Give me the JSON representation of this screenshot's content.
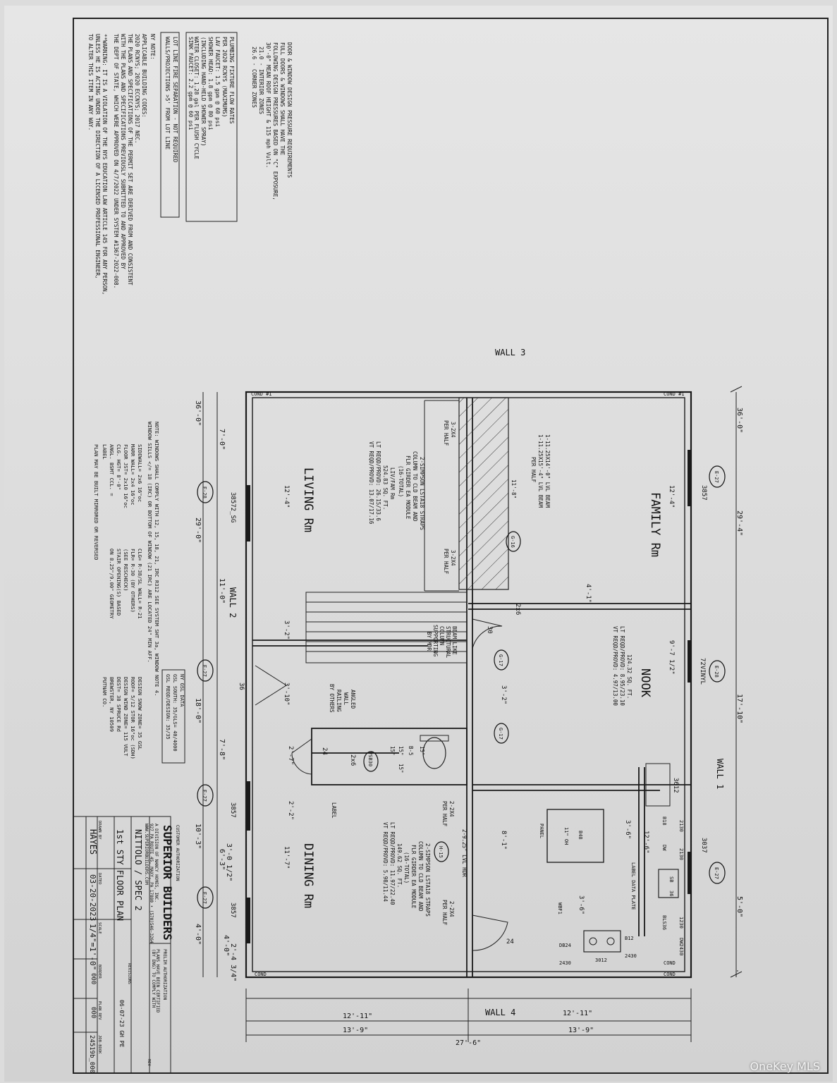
{
  "watermark": "OneKey MLS",
  "walls": {
    "w1": "WALL 1",
    "w2": "WALL 2",
    "w3": "WALL 3",
    "w4": "WALL 4"
  },
  "rooms": {
    "family": "FAMILY Rm",
    "living": "LIVING Rm",
    "nook": "NOOK",
    "dining": "DINING Rm"
  },
  "dimensions": {
    "overall_length_top": "36'-0\"",
    "overall_length_bottom": "36'-0\"",
    "overall_width": "27'-6\"",
    "top_29_4": "29'-4\"",
    "top_17_10": "17'-10\"",
    "top_5_0": "5'-0\"",
    "bot_7_0": "7'-0\"",
    "bot_29_0": "29'-0\"",
    "bot_11_0": "11'-0\"",
    "bot_18_0": "18'-0\"",
    "bot_7_8": "7'-8\"",
    "bot_10_3": "10'-3\"",
    "bot_4_0": "4'-0\"",
    "right_12_11": "12'-11\"",
    "right_13_9": "13'-9\"",
    "left_12_11": "12'-11\"",
    "left_13_9": "13'-9\"",
    "family_12_4": "12'-4\"",
    "living_12_4": "12'-4\"",
    "nook_9_7": "9'-7 1/2\"",
    "living_3_2": "3'-2\"",
    "living_3_10": "3'-10\"",
    "dining_11_7": "11'-7\"",
    "nook_12_6": "12'-6\"",
    "nook_8_1": "8'-1\"",
    "d_3_0": "3'-0 1/2\"",
    "d_6_3": "6'-3\"",
    "d_2_4": "2'-4 3/4\"",
    "d_4_0b": "4'-0\"",
    "w_4_1": "4'-1\"",
    "w_3_2b": "3'-2\"",
    "w_3_6": "3'-6\"",
    "w_3_6b": "3'-6\"",
    "w_2_7": "2'-7\"",
    "w_2_2": "2'-2\"",
    "d36": "36",
    "d30": "30",
    "d24": "24",
    "d24b": "24",
    "d2x6": "2x6",
    "d2x6b": "2x6"
  },
  "windows": {
    "w3857a": "3857",
    "w3857b": "3857",
    "w3857c": "3857",
    "w38572": "38572_SG",
    "w3037": "3037",
    "w72": "72VINYL",
    "w3612": "3612"
  },
  "tags": {
    "e27a": "E-27",
    "e28a": "E-28",
    "e28b": "E-28",
    "e27b": "E-27",
    "e27c": "E-27",
    "e27d": "E-27",
    "e27e": "E-27",
    "g16": "G-16",
    "g17a": "G-17",
    "g17b": "G-17",
    "h15": "H-15",
    "v": "VSB30"
  },
  "kitchen": {
    "k1": "2130",
    "k2": "2130",
    "k3": "B18",
    "k4": "DW",
    "k5": "SB",
    "k6": "36",
    "k7": "BLS36",
    "k8": "1230",
    "k9": "DW2430",
    "k10": "B48",
    "k11": "11\" OH",
    "k12": "PANEL",
    "k13": "LABEL DATA PLATE",
    "k14": "WBF1",
    "k15": "DB24",
    "k16": "2430",
    "k17": "3012",
    "k18": "B12",
    "k19": "2430",
    "k20": "COND"
  },
  "beams": {
    "g16_note": [
      "1-11.25X14'-0\" LVL BEAM",
      "1-11.25X15'-4\" LVL BEAM",
      "PER HALF",
      "11'-8\""
    ],
    "g16_strap": [
      "2-SIMPSON LSTA18 STRAPS",
      "COLUMN TO CLD BEAM AND",
      "FLR GIRDER EA MODULE",
      "(16-TOTAL)"
    ],
    "g16_pair": [
      "3-2X4",
      "PER HALF",
      "3-2X4",
      "PER HALF"
    ],
    "living_area": [
      "LIV/FAM Rm",
      "524.83 SQ. FT.",
      "LT REQD/PROVD: 26.15/33.6",
      "VT REQD/PROVD: 13.07/17.16"
    ],
    "nook_area": [
      "124.32 SQ. FT.",
      "LT REQD/PROVD: 8.95/23.10",
      "VT REQD/PROVD: 4.97/13.00"
    ],
    "dining_area": [
      "149.62 SQ. FT.",
      "LT REQD/PROVD: 11.97/22.40",
      "VT REQD/PROVD: 5.98/11.44"
    ],
    "h15_note": [
      "2-9.25\" LVL HDR",
      "2-2X4",
      "PER HALF",
      "2-2X4",
      "PER HALF"
    ],
    "h15_strap": [
      "2-SIMPSON LSTA18 STRAPS",
      "COLUMN TO CLD BEAM AND",
      "FLR GIRDER EA MODULE",
      "(16-TOTAL)"
    ],
    "stair": [
      "BEAM LIKE",
      "STRUCTURAL",
      "COLUMN",
      "SUPPORTING",
      "BY MDR"
    ],
    "rail": [
      "ANGLED",
      "WALL",
      "RAILING",
      "BY OTHERS"
    ],
    "label": "LABEL",
    "rails15": [
      "15\"",
      "15\"",
      "15\"",
      "15\""
    ],
    "bp": "B-5"
  },
  "notes": {
    "door_window": [
      "DOOR & WINDOW DESIGN PRESSURE REQUIREMENTS",
      "FULL DOORS & WINDOWS SHALL HAVE THE",
      "FOLLOWING DESIGN PRESSURES BASED ON \"C\" EXPOSURE,",
      "30'-0\" MEAN ROOF HEIGHT & 115 mph Vult.",
      "21.0 - INTERIOR ZONES",
      "26.6 - CORNER ZONES"
    ],
    "plumbing_title": "PLUMBING FIXTURE FLOW RATES",
    "plumbing": [
      "PER 2020 RCNYS (MAXIMUMS)",
      "LAV FAUCET: 1.5 gpm @ 60 psi",
      "SHOWER HEAD: 1.8 gpm @ 80 psi",
      "(INCLUDING HAND-HELD SHOWER SPRAY)",
      "WATER CLOSET: 1.28 gal PER FLUSH CYCLE",
      "SINK FAUCET: 2.2 gpm @ 60 psi"
    ],
    "lot_line": [
      "LOT LINE FIRE SEPARATION - NOT REQUIRED",
      "WALLS/PROJECTIONS >5' FROM LOT LINE"
    ],
    "ny_title": "NY NOTE:",
    "ny": [
      "APPLICABLE BUILDING CODES:",
      "2020 RCNYS; 2020 ECCNYS; 2017 NEC.",
      "THE PLANS AND SPECIFICATIONS OF THE PERMIT SET ARE DERIVED FROM AND CONSISTENT",
      "WITH THE PLANS AND SPECIFICATIONS PREVIOUSLY SUBMITTED TO AND APPROVED BY",
      "THE DEPT OF STATE, WHICH WERE APPROVED ON 4/7/2022 UNDER SYSTEM #1367-2022-008."
    ],
    "warning": [
      "**WARNING: IT IS A VIOLATION OF THE NYS EDUCATION LAW ARTICLE 145 FOR ANY PERSON,",
      "UNLESS HE IS ACTING UNDER THE DIRECTION OF A LICENSED PROFESSIONAL ENGINEER,",
      "TO ALTER THIS ITEM IN ANY WAY."
    ],
    "window_note": [
      "NOTE: WINDOWS SHALL COMPLY WITH 12, 15, 18, 21, IRC R312 SEE SYSTEM SHT 3a, WINDOW NOTE 4.",
      "WINDOW SILLS </= 18 (IRC) OR BOTTOM OF WINDOW (21 IRC) ARE LOCATED 24\" MIN AFF."
    ],
    "specs_left": [
      "SIDEWALL= 2x6 16\"oc",
      "MARR WALL= 2x4 16\"oc",
      "FLOOR JST= 2x10 16\"oc",
      "CLG. HGT= 8'-0\"",
      "ANGL. BSMT CCL. =",
      "LABEL",
      "PLAN MAY BE BUILT MIRRORED OR REVERSED"
    ],
    "specs_right": [
      "CLG= R-38/SL WALL= R-21",
      "FLR= R-30 (BY OTHERS)",
      "(SEE RESCHECK)",
      "STAIR OPENING(S) BASED",
      "ON 8.25\"/9.00\" GEOMETRY"
    ],
    "design": [
      "DESIGN SNOW ZONE= 35 GSL",
      "ROOF= 5/12 STOR 16\"oc (SDH)",
      "DESIGN WIND ZONE= 115 VULT",
      "DEST= 38 SPRUCE Rd",
      "BREWSTER, NY 10509",
      "PUTNAM CO."
    ],
    "gsl": [
      "NY GSL DATA",
      "GSL SOUTH: 35/GLS= 40/4000",
      "GSL REQD/DESIGN: 35/35"
    ]
  },
  "title_block": {
    "company": "SUPERIOR BUILDERS",
    "company_sub": [
      "A DIVISION OF NANCY HOMES, INC.",
      "927 PA ROUTE 45, MAXY, PA 17880 • (570)546-3264",
      "WWW.SUPERIORBUILDERS.COM"
    ],
    "engineer": [
      "PLANS HAVE BEEN CERTIFIED",
      "(BY ENG) TO COMPLY WITH",
      "STATE BUILDING CODE"
    ],
    "prelim": "PRELIM AUTHORIZATION",
    "approval": "CUSTOMER AUTHORIZATION",
    "project": "NITTOLO / SPEC 2",
    "sheet": "1st STY FLOOR PLAN",
    "drawn_lbl": "DRAWN BY",
    "drawn": "HAYES",
    "date_lbl": "DATED",
    "date": "03-20-2023",
    "scale_lbl": "SCALE",
    "scale": "1/4\"=1'-0\"",
    "revised_lbl": "REVISIONS",
    "revised": "06-07-23 GH PE",
    "rev_no_lbl": "BORDER",
    "rev_no": "000",
    "plan_lbl": "PLAN REV",
    "plan_no": "000",
    "job_lbl": "JOB-BOOK",
    "job_no": "24519b_000",
    "rev_col": "REV"
  }
}
